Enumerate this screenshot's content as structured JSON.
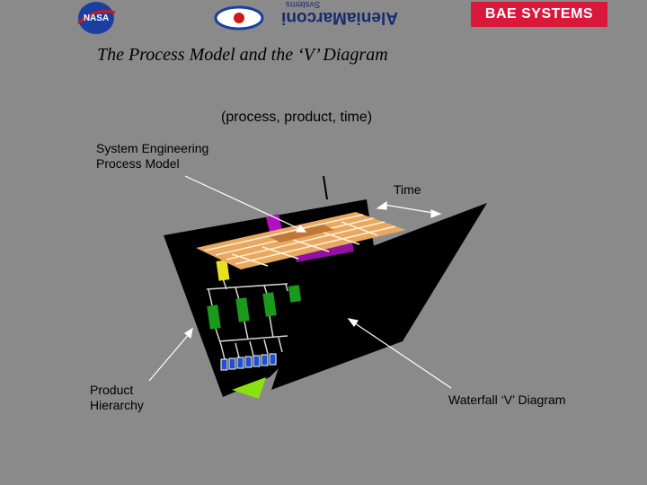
{
  "header": {
    "nasa_logo_text": "NASA",
    "alenia_logo_text": "AleniaMarconi",
    "alenia_logo_subtext": "Systems",
    "bae_logo_text": "BAE SYSTEMS"
  },
  "slide": {
    "title": "The Process Model and the ‘V’ Diagram",
    "subtitle": "(process, product, time)"
  },
  "diagram": {
    "labels": {
      "system_engineering_line1": "System Engineering",
      "system_engineering_line2": "Process Model",
      "time": "Time",
      "product_line1": "Product",
      "product_line2": "Hierarchy",
      "waterfall": "Waterfall ‘V’ Diagram"
    },
    "colors": {
      "background": "#8a8a8a",
      "panel": "#000000",
      "process_model": "#e8a860",
      "hierarchy_nodes": "#1a9a1a",
      "top_node": "#e8e020",
      "leaf_nodes": "#2050d0",
      "accent": "#b010c0",
      "base": "#8ae010",
      "bae_red": "#d9183b"
    }
  }
}
